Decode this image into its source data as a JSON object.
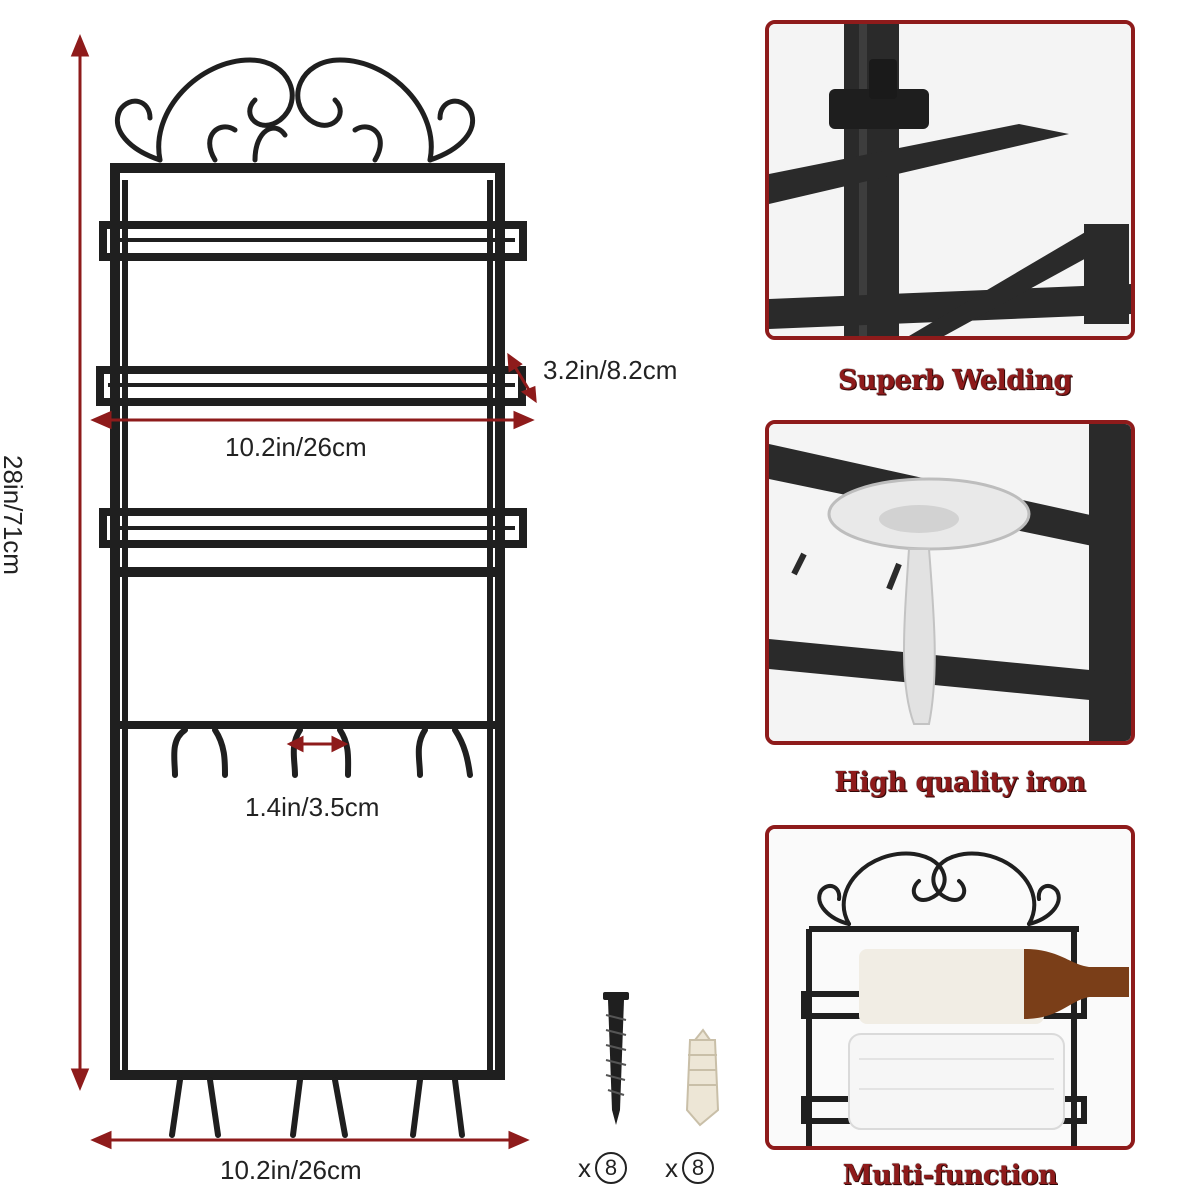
{
  "dimensions": {
    "height": "28in/71cm",
    "depth": "3.2in/8.2cm",
    "shelf_width": "10.2in/26cm",
    "hook_spacing": "1.4in/3.5cm",
    "base_width": "10.2in/26cm"
  },
  "accessories": {
    "screw_qty_prefix": "x",
    "screw_qty": "8",
    "anchor_qty_prefix": "x",
    "anchor_qty": "8"
  },
  "features": [
    {
      "caption": "Superb Welding"
    },
    {
      "caption": "High quality iron"
    },
    {
      "caption": "Multi-function"
    }
  ],
  "colors": {
    "accent": "#8e1b1b",
    "metal": "#1f1f1f"
  }
}
